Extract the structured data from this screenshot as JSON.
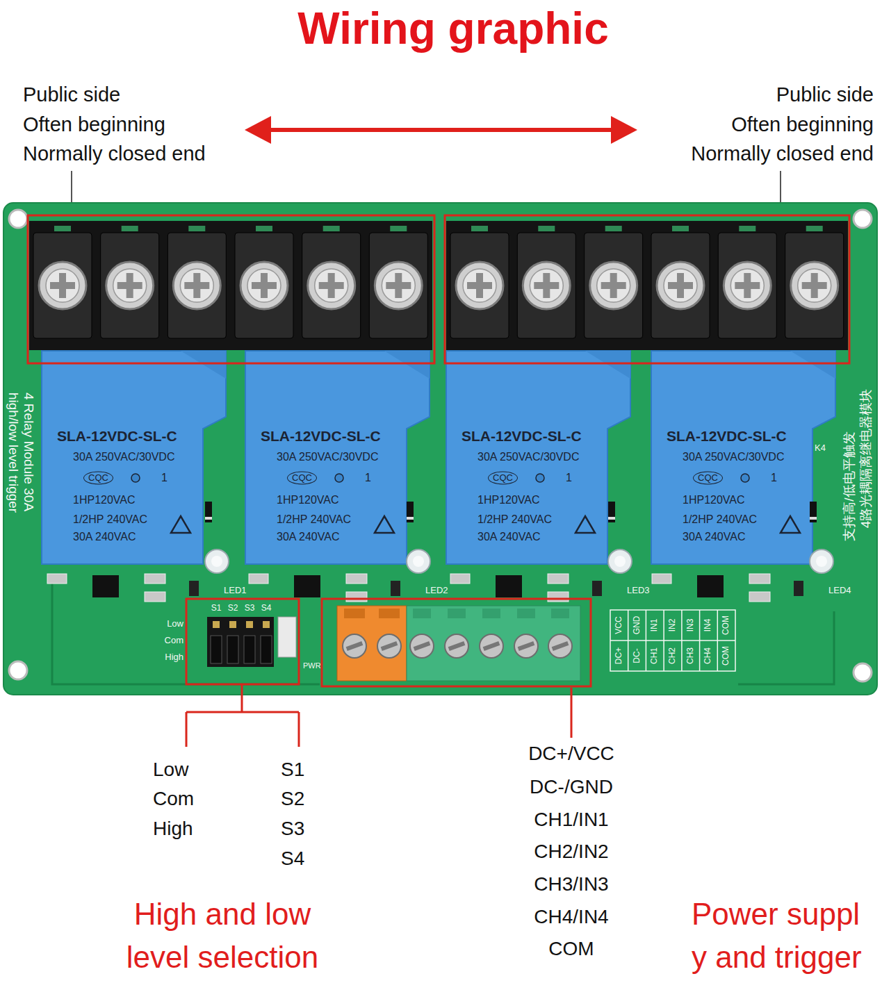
{
  "diagram": {
    "title": "Wiring graphic",
    "nodes": [
      {
        "text": [
          "4 Relay Module 30A high/low level trigger",
          "4路光耦隔离继电器模块",
          "支持高/低电平触发"
        ]
      },
      {
        "text": [
          "SLA-12VDC-SL-C",
          "30A 250VAC/30VDC",
          "CQC",
          "1",
          "1HP120VAC",
          "1/2HP 240VAC",
          "30A 240VAC"
        ],
        "in": 0
      },
      {
        "text": [
          "SLA-12VDC-SL-C",
          "30A 250VAC/30VDC",
          "CQC",
          "1",
          "1HP120VAC",
          "1/2HP 240VAC",
          "30A 240VAC"
        ],
        "in": 0
      },
      {
        "text": [
          "SLA-12VDC-SL-C",
          "30A 250VAC/30VDC",
          "CQC",
          "1",
          "1HP120VAC",
          "1/2HP 240VAC",
          "30A 240VAC"
        ],
        "in": 0
      },
      {
        "text": [
          "SLA-12VDC-SL-C",
          "30A 250VAC/30VDC",
          "CQC",
          "1",
          "1HP120VAC",
          "1/2HP 240VAC",
          "30A 240VAC"
        ],
        "in": 0
      }
    ],
    "labels": [
      "Public side",
      "Often beginning",
      "Normally closed end",
      "Public side",
      "Often beginning",
      "Normally closed end",
      "LED1",
      "LED2",
      "LED3",
      "LED4",
      "K4",
      "S1",
      "S2",
      "S3",
      "S4",
      "Low",
      "Com",
      "High",
      "PWR",
      "VCC",
      "GND",
      "IN1",
      "IN2",
      "IN3",
      "IN4",
      "COM",
      "DC+",
      "DC-",
      "CH1",
      "CH2",
      "CH3",
      "CH4",
      "COM",
      "Low",
      "Com",
      "High",
      "S1",
      "S2",
      "S3",
      "S4",
      "DC+/VCC",
      "DC-/GND",
      "CH1/IN1",
      "CH2/IN2",
      "CH3/IN3",
      "CH4/IN4",
      "COM",
      "High and low level selection",
      "Power suppl y and trigger"
    ]
  }
}
